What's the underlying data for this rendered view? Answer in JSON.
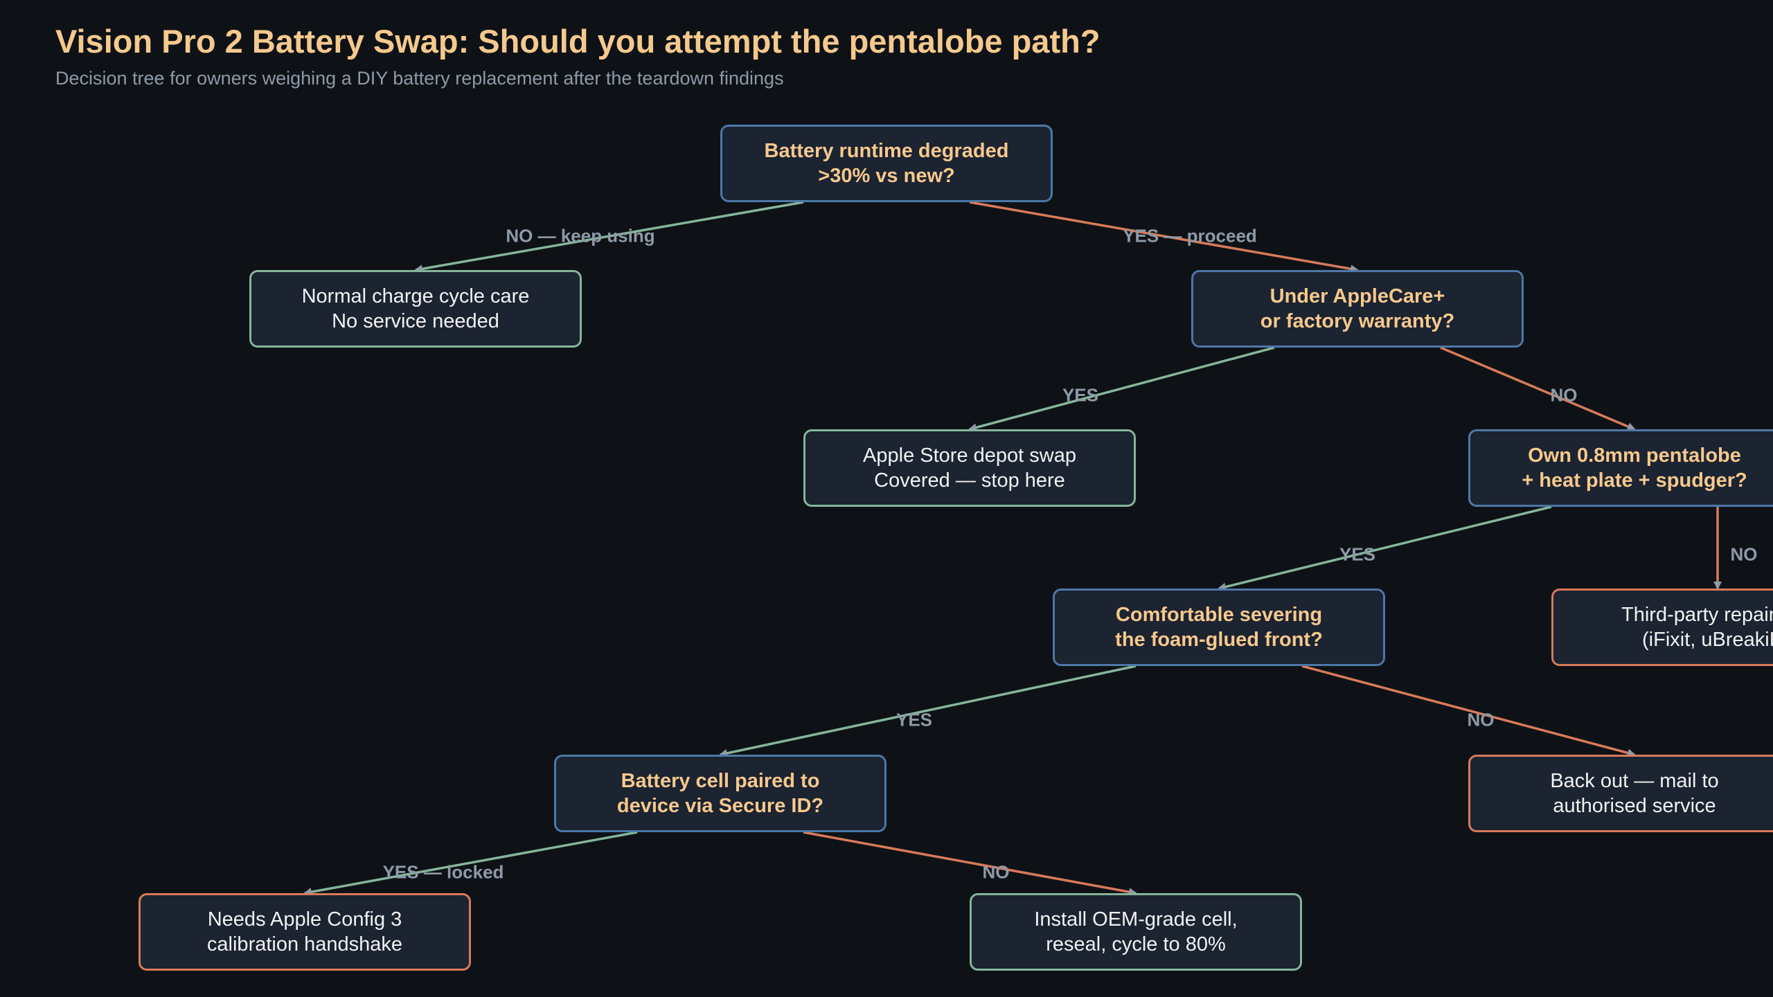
{
  "header": {
    "title": "Vision Pro 2 Battery Swap: Should you attempt the pentalobe path?",
    "subtitle": "Decision tree for owners weighing a DIY battery replacement after the teardown findings"
  },
  "colors": {
    "background": "#0e1217",
    "node_fill": "#1c2331",
    "question_border": "#4d78a8",
    "good_border": "#86b59a",
    "bad_border": "#d97a5a",
    "question_text": "#f5c98d",
    "edge_yes": "#86b59a",
    "edge_no": "#d97a5a",
    "arrowhead": "#8f9aa8"
  },
  "nodes": {
    "root": {
      "line1": "Battery runtime degraded",
      "line2": ">30% vs new?"
    },
    "normal_care": {
      "line1": "Normal charge cycle care",
      "line2": "No service needed"
    },
    "warranty": {
      "line1": "Under AppleCare+",
      "line2": "or factory warranty?"
    },
    "depot_swap": {
      "line1": "Apple Store depot swap",
      "line2": "Covered — stop here"
    },
    "tools": {
      "line1": "Own 0.8mm pentalobe",
      "line2": "+ heat plate + spudger?"
    },
    "foam": {
      "line1": "Comfortable severing",
      "line2": "the foam-glued front?"
    },
    "third_party": {
      "line1": "Third-party repair",
      "line2": "(iFixit, uBreakiF"
    },
    "secure_id": {
      "line1": "Battery cell paired to",
      "line2": "device via Secure ID?"
    },
    "back_out": {
      "line1": "Back out — mail to",
      "line2": "authorised service"
    },
    "config3": {
      "line1": "Needs Apple Config 3",
      "line2": "calibration handshake"
    },
    "install": {
      "line1": "Install OEM-grade cell,",
      "line2": "reseal, cycle to 80%"
    }
  },
  "edges": {
    "root_no": "NO — keep using",
    "root_yes": "YES — proceed",
    "warranty_yes": "YES",
    "warranty_no": "NO",
    "tools_yes": "YES",
    "tools_no": "NO",
    "foam_yes": "YES",
    "foam_no": "NO",
    "secure_yes": "YES — locked",
    "secure_no": "NO"
  }
}
